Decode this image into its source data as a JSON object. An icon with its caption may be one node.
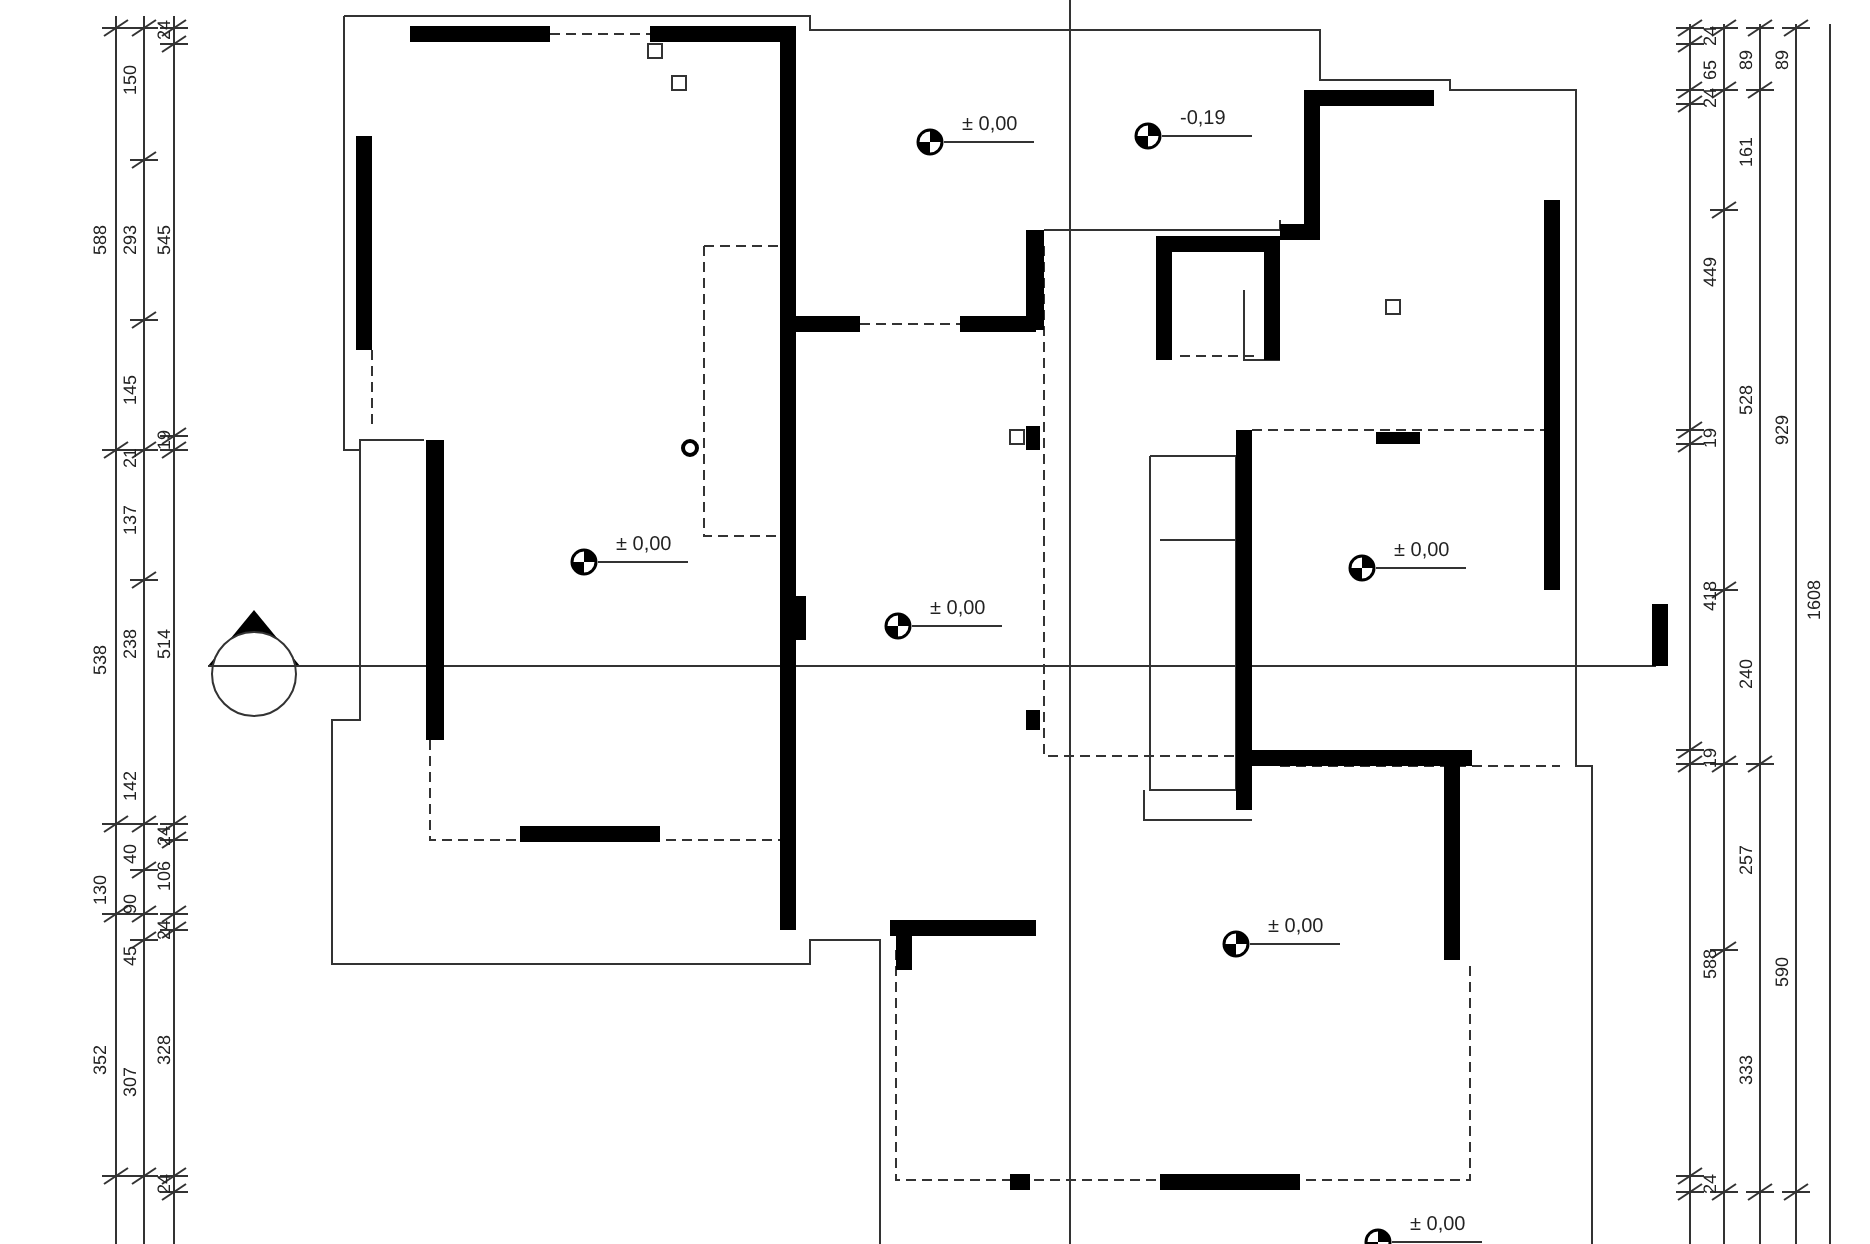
{
  "diagram": {
    "labels": [
      "24",
      "150",
      "588",
      "293",
      "545",
      "145",
      "19",
      "21",
      "137",
      "538",
      "238",
      "514",
      "142",
      "24",
      "40",
      "106",
      "130",
      "90",
      "24",
      "45",
      "352",
      "307",
      "328",
      "24",
      "24",
      "65",
      "89",
      "89",
      "24",
      "161",
      "449",
      "528",
      "929",
      "19",
      "418",
      "1608",
      "240",
      "19",
      "257",
      "588",
      "590",
      "333",
      "24",
      "± 0,00",
      "-0,19",
      "± 0,00",
      "± 0,00",
      "± 0,00",
      "± 0,00",
      "± 0,00"
    ]
  }
}
